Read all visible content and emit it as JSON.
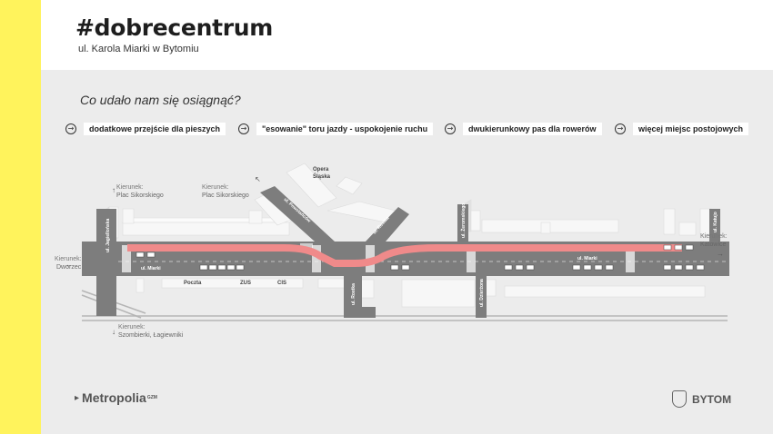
{
  "header": {
    "title": "#dobrecentrum",
    "subtitle": "ul. Karola Miarki w Bytomiu"
  },
  "question": "Co udało nam się osiągnąć?",
  "features": [
    {
      "label": "dodatkowe przejście dla pieszych",
      "icon": "arrow-right-circle-icon"
    },
    {
      "label": "\"esowanie\" toru jazdy - uspokojenie ruchu",
      "icon": "arrow-right-circle-icon"
    },
    {
      "label": "dwukierunkowy pas dla rowerów",
      "icon": "arrow-right-circle-icon"
    },
    {
      "label": "więcej miejsc postojowych",
      "icon": "arrow-right-circle-icon"
    }
  ],
  "map": {
    "directions": [
      {
        "line1": "Kierunek:",
        "line2": "Plac Sikorskiego"
      },
      {
        "line1": "Kierunek:",
        "line2": "Plac Sikorskiego"
      },
      {
        "line1": "Kierunek:",
        "line2": "Dworzec"
      },
      {
        "line1": "Kierunek:",
        "line2": "Szombierki, Łagiewniki"
      },
      {
        "line1": "Kierunek:",
        "line2": "Katowice"
      }
    ],
    "landmarks": {
      "opera_line1": "Opera",
      "opera_line2": "Śląska",
      "poczta": "Poczta",
      "zus": "ZUS",
      "cis": "CIS"
    },
    "streets": {
      "jagiellonska": "ul. Jagiellońska",
      "miarki_left": "ul. Miarki",
      "miarki_right": "ul. Miarki",
      "powstancow": "ul. Powstańców",
      "rostka_top": "ul. Rostka",
      "rostka_bottom": "ul. Rostka",
      "zeromskiego": "ul. Żeromskiego",
      "dzierzona": "ul. Dzierżona",
      "katujo": "ul. Katujo"
    },
    "colors": {
      "bike_lane": "#f08a8a",
      "road": "#7d7d7d",
      "building": "#f7f7f7"
    }
  },
  "footer": {
    "metropolia": "Metropolia",
    "metropolia_sup": "GZM",
    "bytom": "BYTOM"
  }
}
